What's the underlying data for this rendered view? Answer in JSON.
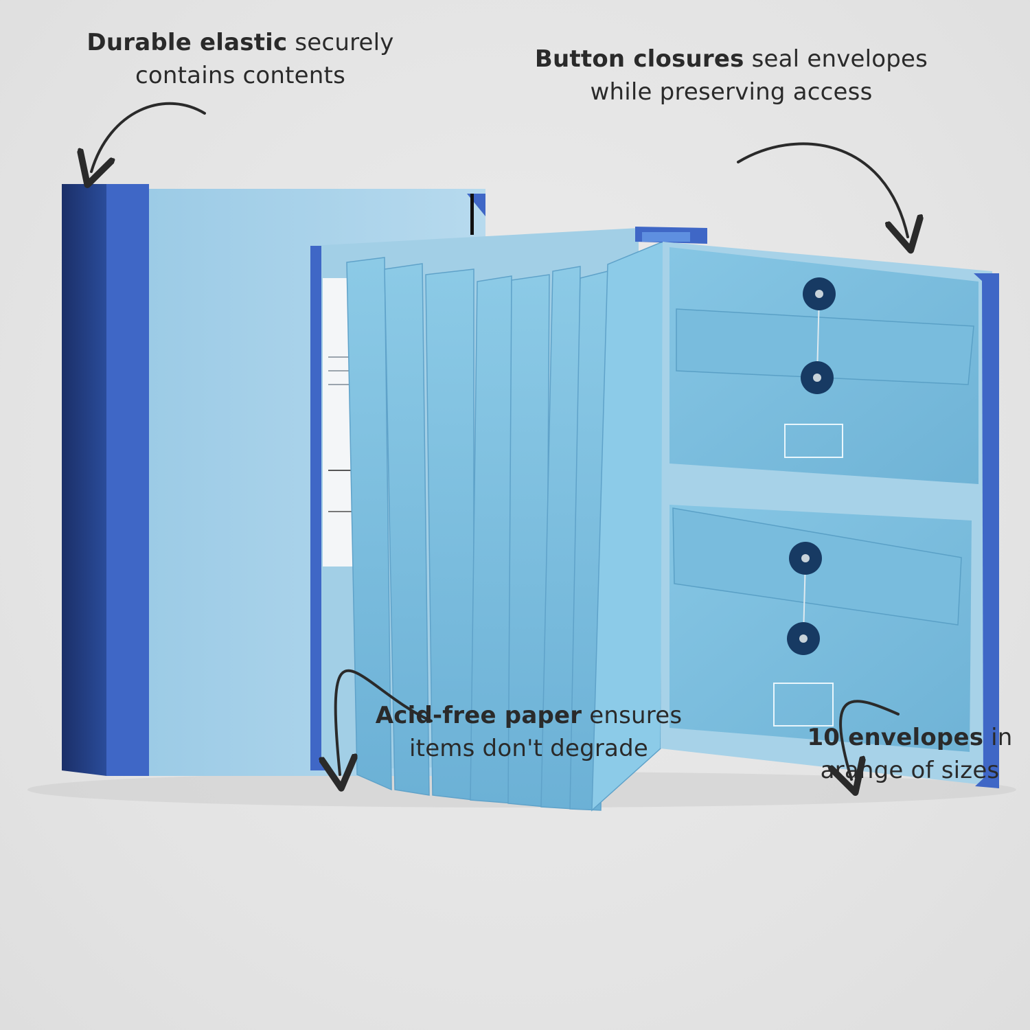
{
  "callouts": {
    "elastic": {
      "bold": "Durable elastic",
      "rest_line1": " securely",
      "line2": "contains contents"
    },
    "button": {
      "bold": "Button closures",
      "rest_line1": " seal envelopes",
      "line2": "while preserving access"
    },
    "acid": {
      "bold": "Acid-free paper",
      "rest_line1": " ensures",
      "line2": "items don't degrade"
    },
    "envelopes": {
      "bold": "10 envelopes",
      "rest_line1": " in",
      "line2": "arange of sizes"
    }
  },
  "colors": {
    "background": "#e6e6e6",
    "navy_spine": "#1f3a7a",
    "blue_cover": "#3f67c6",
    "light_cover": "#a9d0e6",
    "envelope_blue": "#7fc0df",
    "button_navy": "#173a63",
    "text": "#2a2a2a"
  }
}
